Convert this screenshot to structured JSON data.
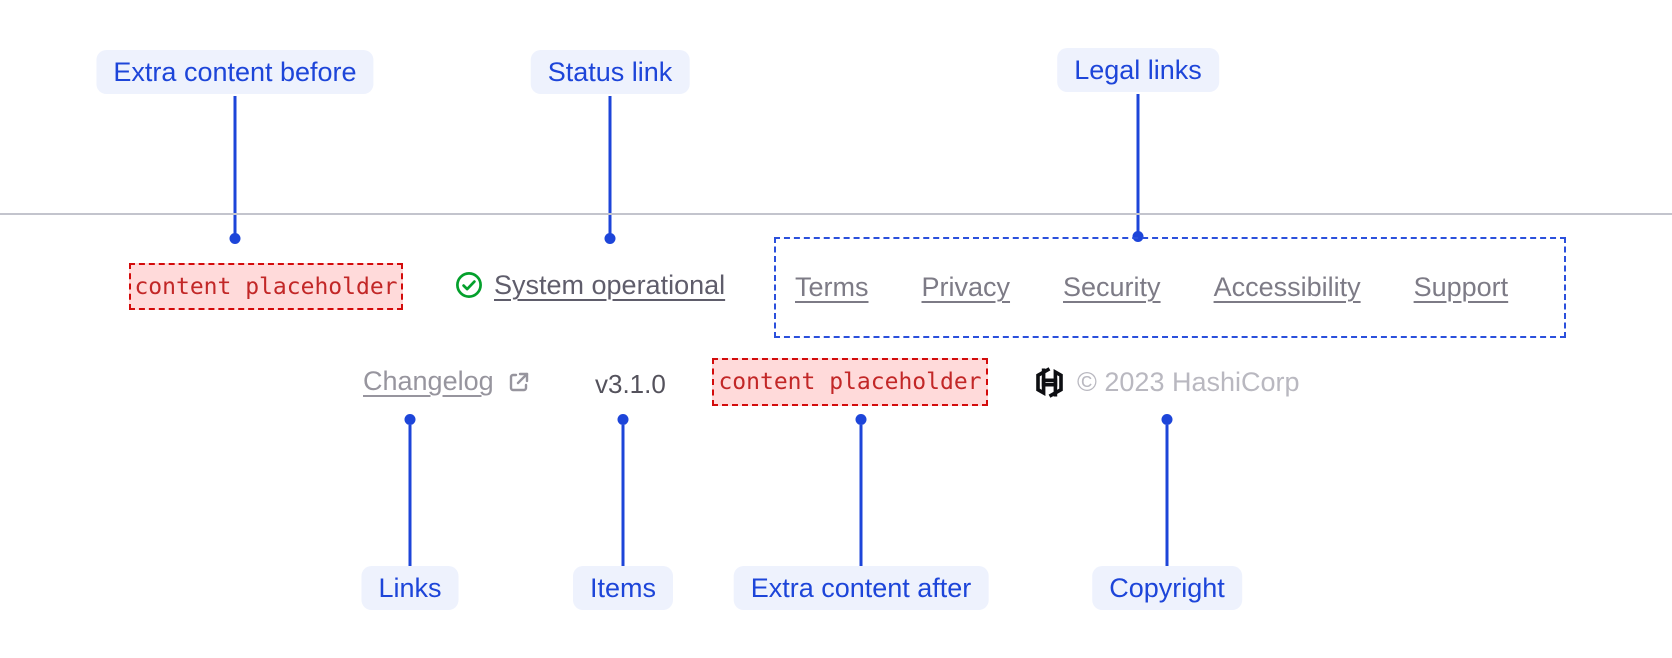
{
  "colors": {
    "accent": "#1d45d9",
    "pill-bg": "#eef2fd",
    "dash-blue": "#2b50dc",
    "ph-bg": "#ffdada",
    "ph-border": "#d30b0b",
    "ph-text": "#c22727",
    "green": "#04a02c",
    "muted": "#5f5d6b",
    "legal": "#7d7b86",
    "faded": "#97959e",
    "version": "#54525c",
    "copyright": "#b9b8c0",
    "divider": "#c3c4cd",
    "logo": "#0d0e12"
  },
  "annotations": {
    "top": [
      {
        "label": "Extra content before"
      },
      {
        "label": "Status link"
      },
      {
        "label": "Legal links"
      }
    ],
    "bottom": [
      {
        "label": "Links"
      },
      {
        "label": "Items"
      },
      {
        "label": "Extra content after"
      },
      {
        "label": "Copyright"
      }
    ]
  },
  "footer": {
    "extra_content_before": {
      "text": "content placeholder"
    },
    "status": {
      "label": "System operational",
      "icon": "check-circle-icon"
    },
    "legal_links": [
      "Terms",
      "Privacy",
      "Security",
      "Accessibility",
      "Support"
    ],
    "links": [
      {
        "label": "Changelog",
        "icon": "external-link-icon"
      }
    ],
    "items": {
      "version": "v3.1.0"
    },
    "extra_content_after": {
      "text": "content placeholder"
    },
    "copyright": {
      "logo": "hashicorp-logo",
      "text": "© 2023 HashiCorp"
    }
  }
}
